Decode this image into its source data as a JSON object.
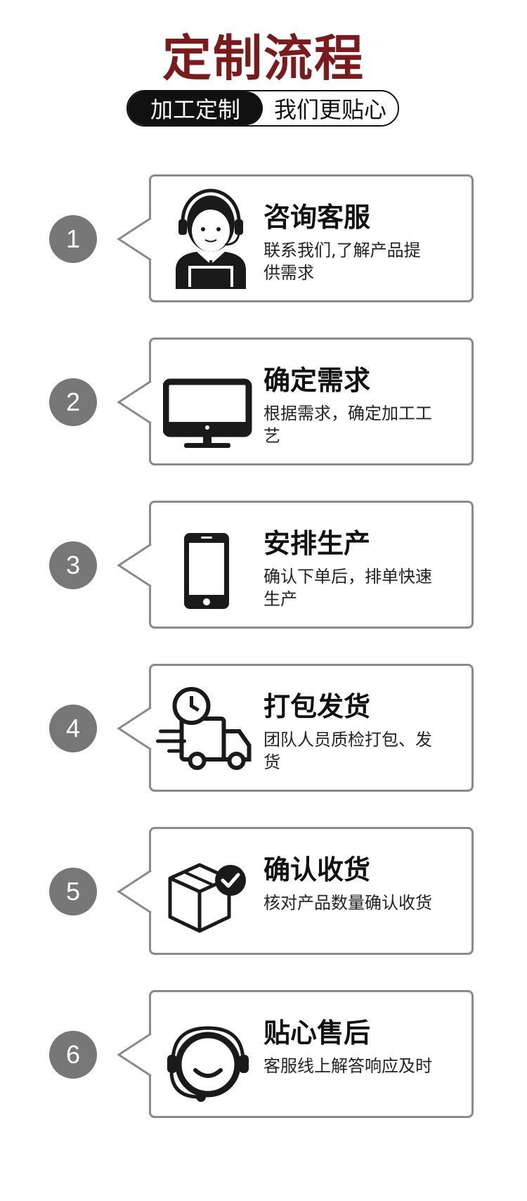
{
  "header": {
    "title": "定制流程",
    "tag_left": "加工定制",
    "tag_right": "我们更贴心"
  },
  "steps": [
    {
      "number": "1",
      "title": "咨询客服",
      "desc": "联系我们,了解产品提供需求",
      "icon": "customer-service-agent-icon"
    },
    {
      "number": "2",
      "title": "确定需求",
      "desc": "根据需求，确定加工工艺",
      "icon": "monitor-icon"
    },
    {
      "number": "3",
      "title": "安排生产",
      "desc": "确认下单后，排单快速生产",
      "icon": "smartphone-icon"
    },
    {
      "number": "4",
      "title": "打包发货",
      "desc": "团队人员质检打包、发货",
      "icon": "fast-delivery-truck-icon"
    },
    {
      "number": "5",
      "title": "确认收货",
      "desc": "核对产品数量确认收货",
      "icon": "package-check-icon"
    },
    {
      "number": "6",
      "title": "贴心售后",
      "desc": "客服线上解答响应及时",
      "icon": "headset-support-icon"
    }
  ],
  "colors": {
    "title": "#7a1a1a",
    "badge": "#777777",
    "border": "#8a8a8a"
  }
}
